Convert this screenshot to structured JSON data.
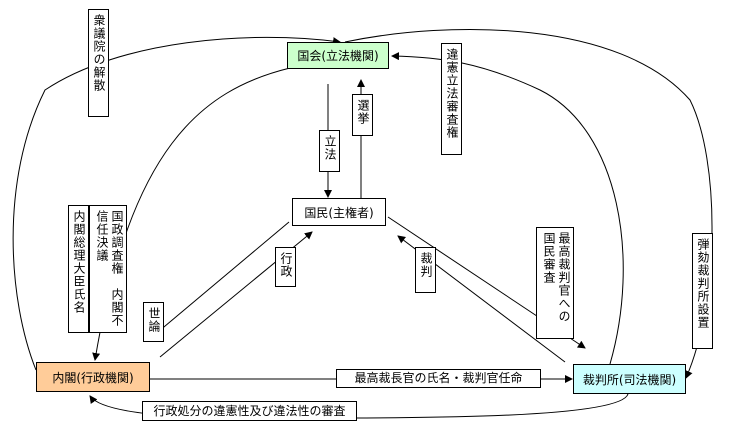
{
  "nodes": {
    "kokkai": "国会(立法機関)",
    "kokumin": "国民(主権者)",
    "naikaku": "内閣(行政機関)",
    "saibansho": "裁判所(司法機関)"
  },
  "labels": {
    "dissolution": "衆議院の解散",
    "legislation": "立法",
    "election": "選挙",
    "unconstitutional_review": "違憲立法審査権",
    "pm_nomination": "内閣総理大臣氏名",
    "investigation_no_confidence": "国政調査権　内閣不信任決議",
    "administration": "行政",
    "public_opinion": "世論",
    "judiciary": "裁判",
    "justice_review": "最高裁判官への国民審査",
    "impeachment_court": "弾劾裁判所設置",
    "chief_justice_appointment": "最高裁長官の氏名・裁判官任命",
    "admin_disposition_review": "行政処分の違憲性及び違法性の審査"
  }
}
